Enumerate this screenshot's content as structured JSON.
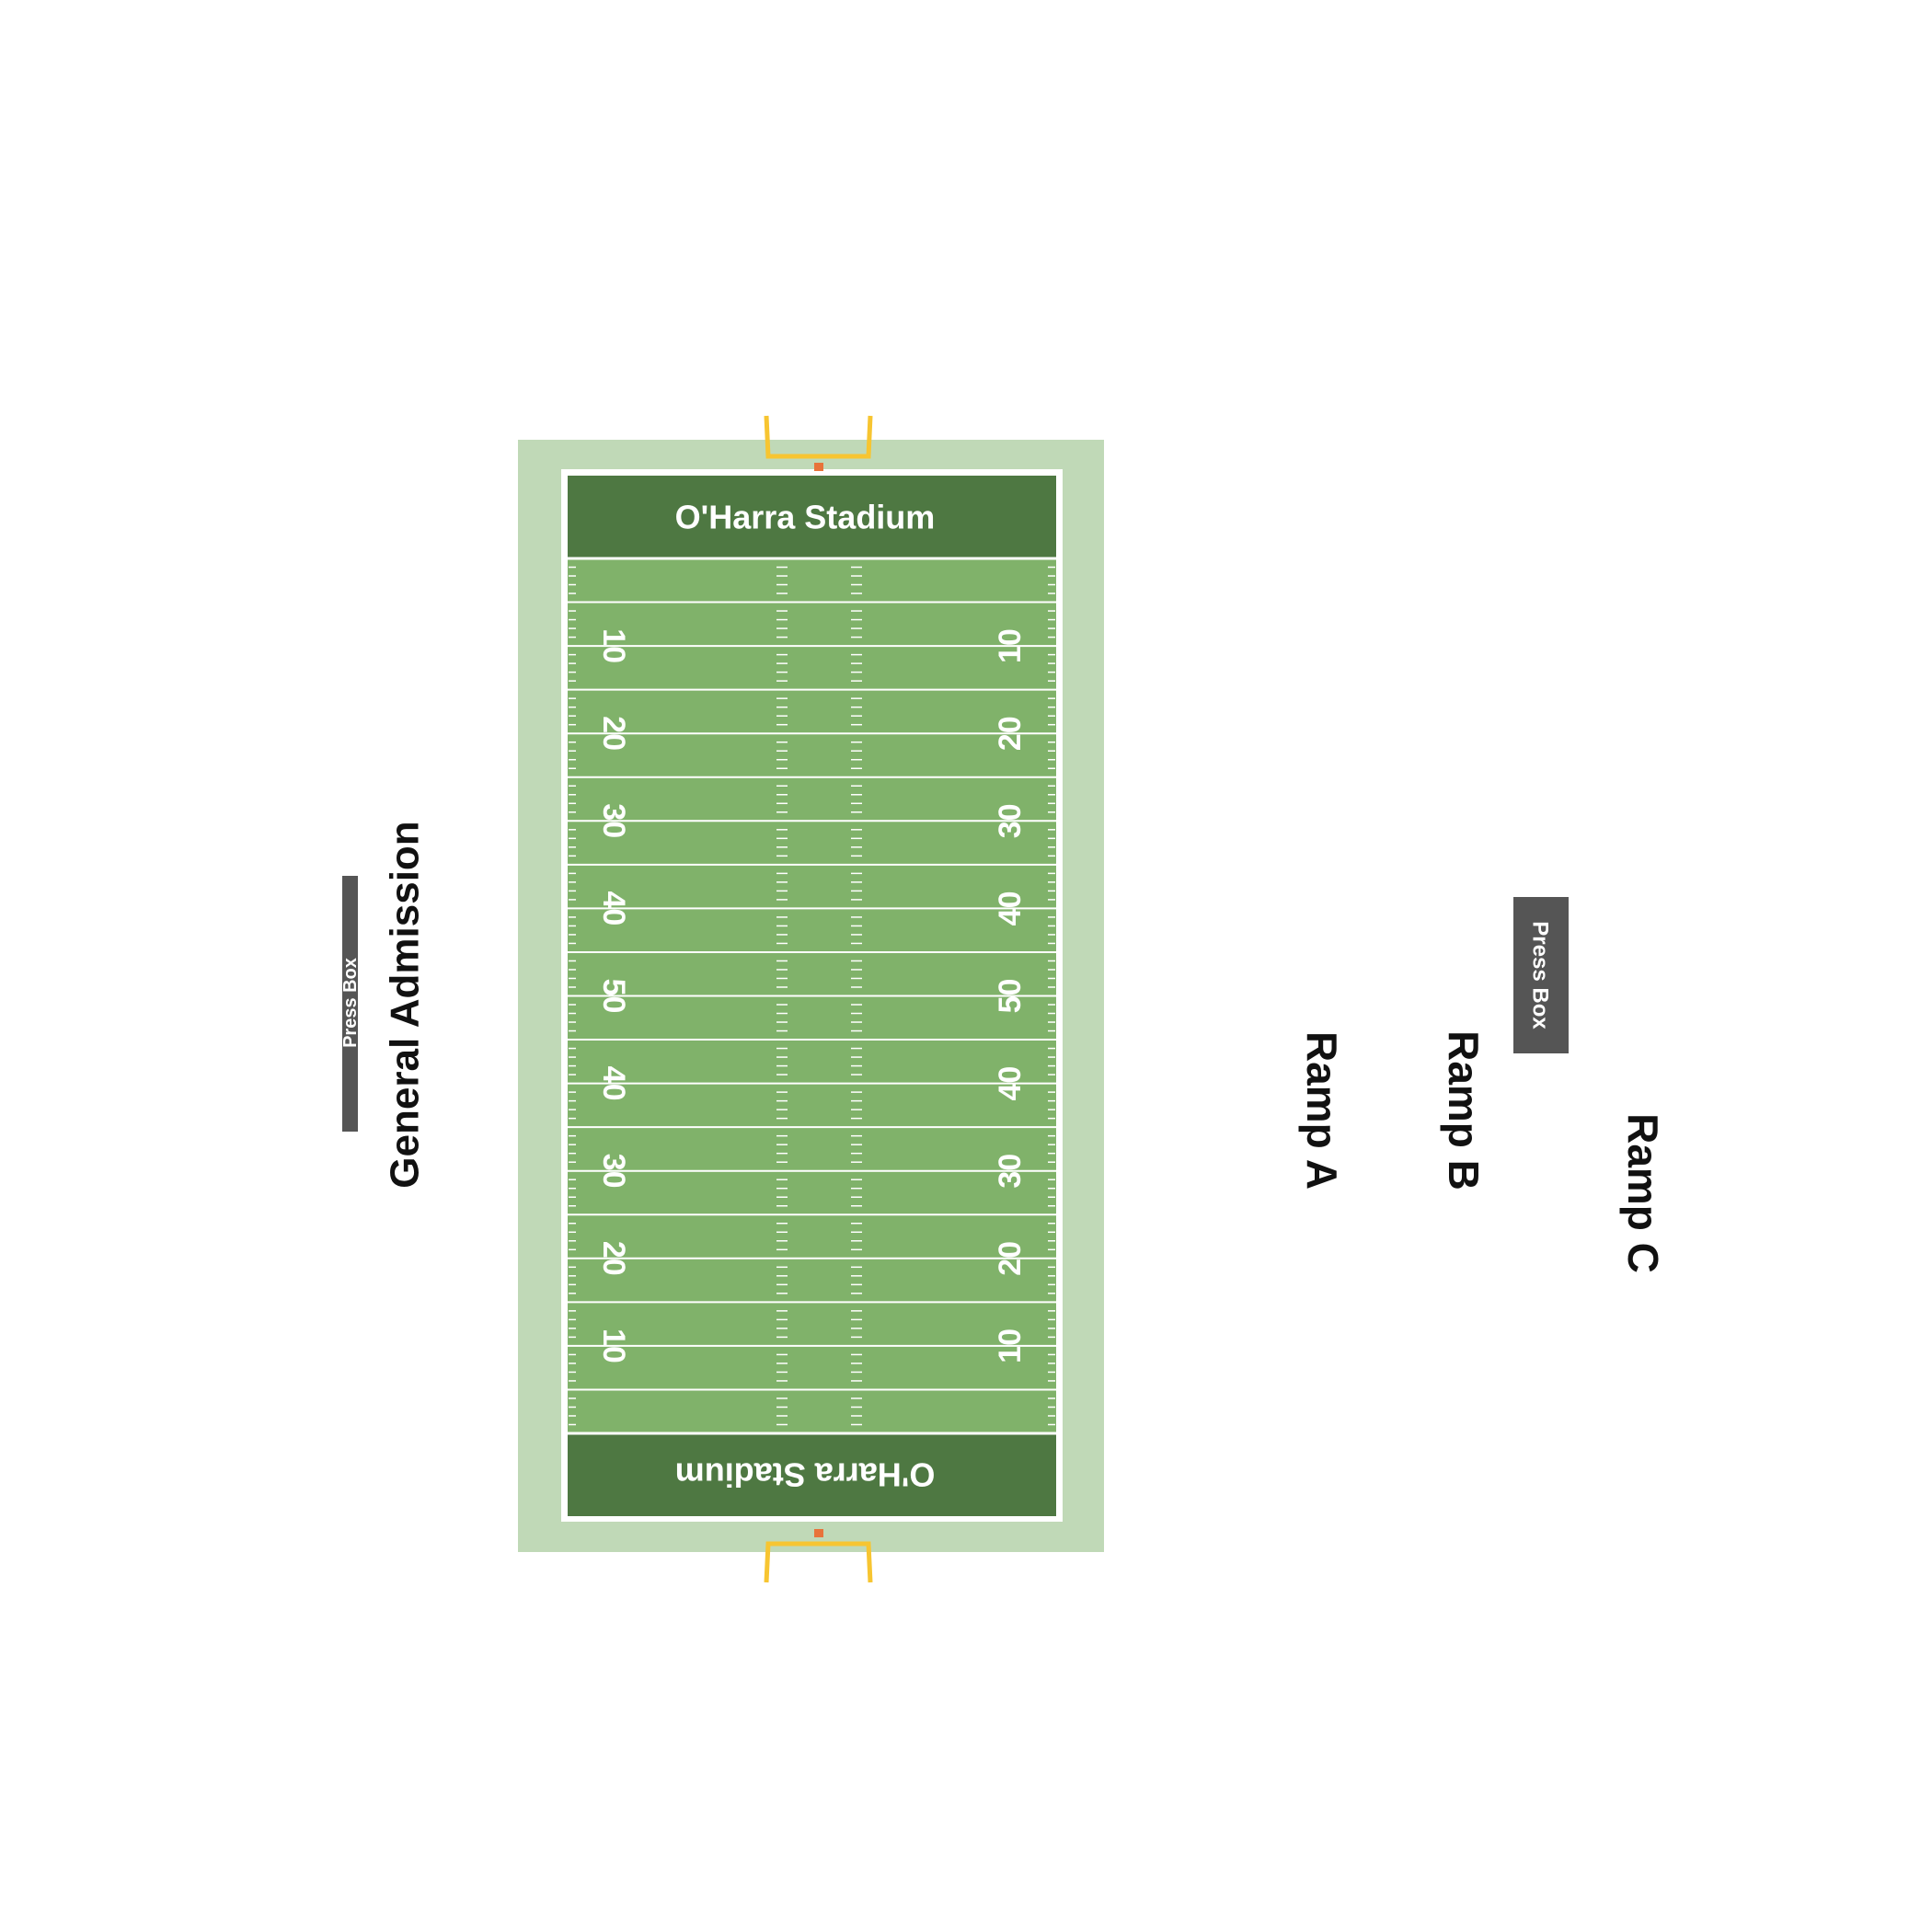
{
  "stadium": {
    "name": "O'Harra Stadium"
  },
  "colors": {
    "background": "#ffffff",
    "surround": "#c0d9b7",
    "field_border": "#ffffff",
    "field": "#80b26a",
    "endzone": "#4e7842",
    "lines": "#ffffff",
    "goalpost": "#f7c531",
    "goalpost_base": "#e8733a",
    "press_box": "#555555",
    "label_text": "#111111"
  },
  "field": {
    "endzone_top_text": "O'Harra Stadium",
    "endzone_bottom_text": "O'Harra Stadium",
    "yard_numbers_top_half": [
      "10",
      "20",
      "30",
      "40"
    ],
    "midfield_number": "50",
    "yard_numbers_bottom_half": [
      "40",
      "30",
      "20",
      "10"
    ]
  },
  "press_boxes": {
    "west": {
      "label": "Press Box"
    },
    "east": {
      "label": "Press Box"
    }
  },
  "sections": {
    "general_admission": "General Admission",
    "ramp_a": "Ramp A",
    "ramp_b": "Ramp B",
    "ramp_c": "Ramp C"
  }
}
